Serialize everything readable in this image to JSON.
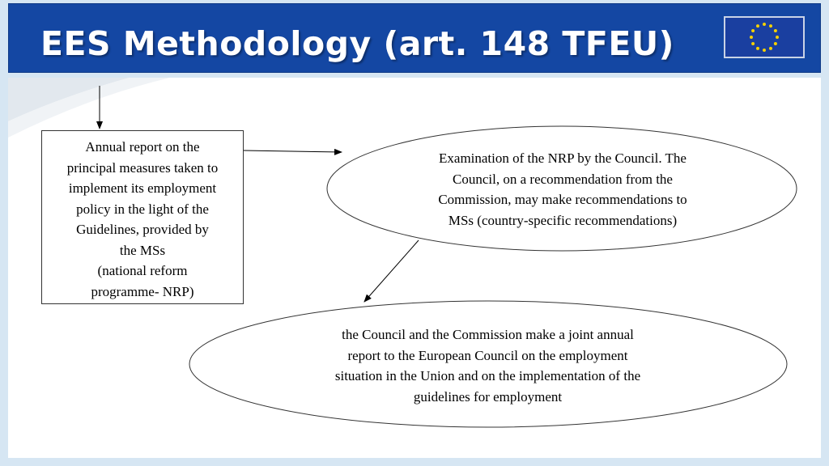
{
  "header": {
    "title": "EES Methodology (art. 148 TFEU)",
    "flag_icon": "eu-flag-icon",
    "background_color": "#1447a3"
  },
  "diagram": {
    "box": {
      "lines": [
        "Annual report on the",
        "principal measures taken to",
        "implement its employment",
        "policy in the light of the",
        "Guidelines, provided by",
        "the MSs",
        "(national reform",
        "programme- NRP)"
      ]
    },
    "ellipse_top": {
      "lines": [
        "Examination of the NRP by the Council. The",
        "Council, on a recommendation from the",
        "Commission, may make recommendations to",
        "MSs (country-specific recommendations)"
      ]
    },
    "ellipse_bottom": {
      "lines": [
        "the Council and the Commission make a joint annual",
        "report to the European Council on the employment",
        "situation in the Union and on the implementation of the",
        "guidelines for employment"
      ]
    }
  }
}
